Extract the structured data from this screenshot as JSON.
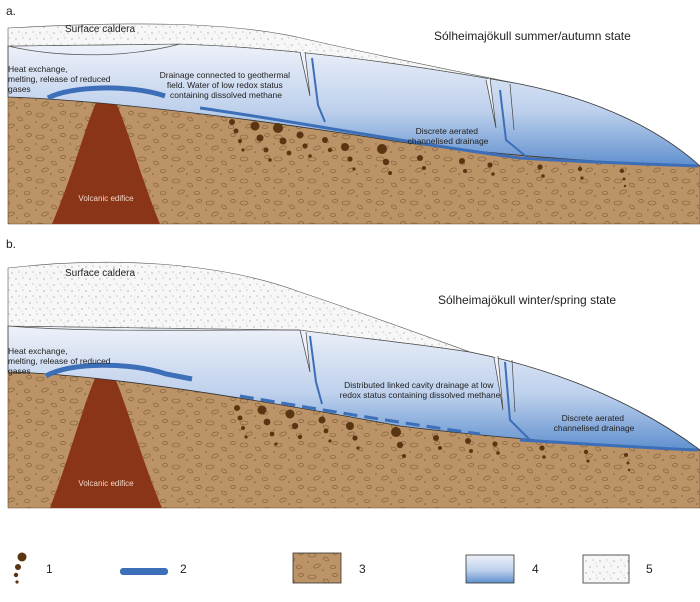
{
  "panels": [
    {
      "letter": "a.",
      "title": "Sólheimajökull summer/autumn state",
      "caldera": "Surface caldera",
      "heat": [
        "Heat exchange,",
        "melting, release of reduced",
        "gases"
      ],
      "drainage_geo": [
        "Drainage connected to geothermal",
        "field. Water of low redox status",
        "containing dissolved methane"
      ],
      "drainage_discrete": [
        "Discrete aerated",
        "channelised drainage"
      ],
      "volcano": "Volcanic edifice"
    },
    {
      "letter": "b.",
      "title": "Sólheimajökull winter/spring state",
      "caldera": "Surface caldera",
      "heat": [
        "Heat exchange,",
        "melting, release of reduced",
        "gases"
      ],
      "drainage_cavity": [
        "Distributed linked cavity drainage at low",
        "redox status containing dissolved methane"
      ],
      "drainage_discrete": [
        "Discrete aerated",
        "channelised drainage"
      ],
      "volcano": "Volcanic edifice"
    }
  ],
  "legend": [
    "1",
    "2",
    "3",
    "4",
    "5"
  ],
  "colors": {
    "sediment": "#bb9366",
    "volcano": "#8b3518",
    "ice_top": "#e9edf7",
    "ice_bottom": "#5f90cf",
    "drainage": "#3d6fb8",
    "boulder": "#5a3512"
  }
}
